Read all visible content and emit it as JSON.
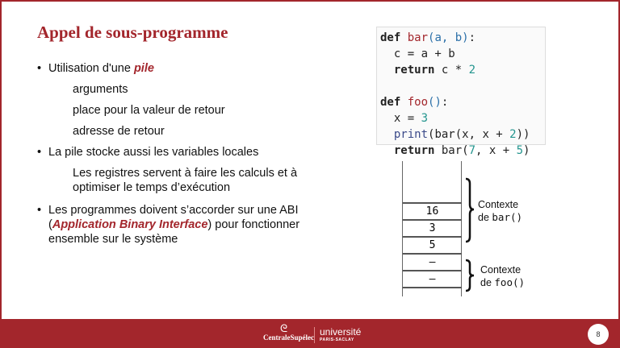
{
  "title": "Appel de sous-programme",
  "bullets": {
    "b1_pre": "Utilisation d'une ",
    "b1_em": "pile",
    "s1": "arguments",
    "s2": "place pour la valeur de retour",
    "s3": "adresse de retour",
    "b2": "La pile stocke aussi les variables locales",
    "s4": "Les registres servent à faire les calculs et à optimiser le temps d’exécution",
    "b3_pre": "Les programmes doivent s’accorder sur une ABI (",
    "b3_em": "Application Binary Interface",
    "b3_post": ") pour fonctionner ensemble sur le système"
  },
  "code": {
    "l1_kw": "def",
    "l1_fn": "bar",
    "l1_args": "(a, b)",
    "l1_end": ":",
    "l2": "  c = a + b",
    "l3_kw": "  return",
    "l3_rest": " c * ",
    "l3_num": "2",
    "l5_kw": "def",
    "l5_fn": "foo",
    "l5_args": "()",
    "l5_end": ":",
    "l6": "  x = ",
    "l6_num": "3",
    "l7_fn": "  print",
    "l7_a": "(bar(x, x + ",
    "l7_num": "2",
    "l7_b": "))",
    "l8_kw": "  return",
    "l8_a": " bar(",
    "l8_n1": "7",
    "l8_b": ", x + ",
    "l8_n2": "5",
    "l8_c": ")"
  },
  "stack": {
    "cells": [
      "16",
      "3",
      "5",
      "–",
      "–"
    ],
    "bar_label": "Contexte",
    "bar_de": "de ",
    "bar_fn": "bar()",
    "foo_label": "Contexte",
    "foo_de": "de ",
    "foo_fn": "foo()"
  },
  "footer": {
    "logo1": "CentraleSupélec",
    "logo2": "université",
    "logo2_sub": "PARIS-SACLAY",
    "page": "8"
  }
}
